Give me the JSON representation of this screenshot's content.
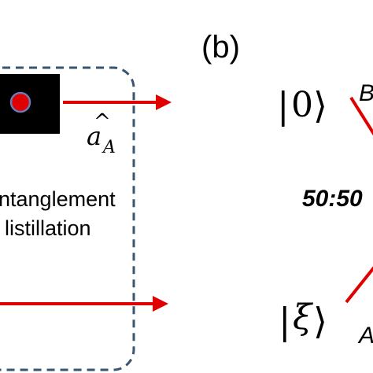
{
  "panel_b": {
    "label": "(b)"
  },
  "box": {
    "line1": "ntanglement",
    "line2": "listillation"
  },
  "mode_label": {
    "hat": "^",
    "base": "a",
    "sub": "A"
  },
  "kets": {
    "top": {
      "left": "|",
      "symbol": "0",
      "right": "⟩"
    },
    "bottom": {
      "left": "|",
      "symbol": "ξ",
      "right": "⟩"
    }
  },
  "beamsplitter": {
    "ratio": "50:50"
  },
  "port_labels": {
    "top": "B",
    "bottom": "A"
  },
  "colors": {
    "beam": "#e00000",
    "dashed_box": "#3a5472",
    "detector_fill": "#000000",
    "dot_fill": "#e00000",
    "dot_ring": "#6a7bb5",
    "text": "#000000"
  }
}
